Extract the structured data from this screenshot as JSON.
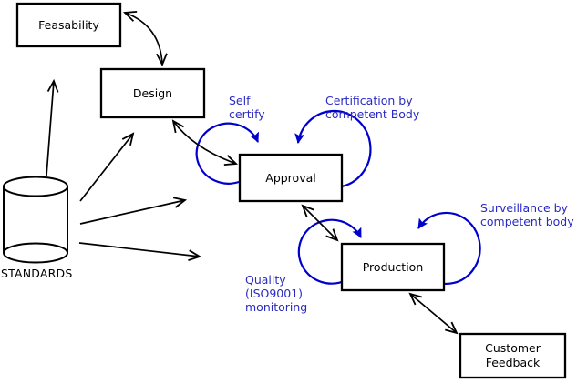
{
  "diagram": {
    "background": "#ffffff",
    "line_color": "#000000",
    "accent_blue": "#0000cd",
    "labels": {
      "feasability": "Feasability",
      "design": "Design",
      "approval": "Approval",
      "production": "Production",
      "customer_feedback_line1": "Customer",
      "customer_feedback_line2": "Feedback",
      "standards": "STANDARDS"
    },
    "annotations": {
      "self_certify": {
        "line1": "Self",
        "line2": "certify"
      },
      "certification": {
        "line1": "Certification by",
        "line2": "competent Body"
      },
      "surveillance": {
        "line1": "Surveillance by",
        "line2": "competent body"
      },
      "quality": {
        "line1": "Quality",
        "line2": "(ISO9001)",
        "line3": "monitoring"
      }
    },
    "connections": [
      {
        "from": "Feasability",
        "to": "Design",
        "style": "double-arrow",
        "color": "#000000"
      },
      {
        "from": "Design",
        "to": "Approval",
        "style": "double-arrow",
        "color": "#000000"
      },
      {
        "from": "Approval",
        "to": "Production",
        "style": "double-arrow",
        "color": "#000000"
      },
      {
        "from": "Production",
        "to": "Customer Feedback",
        "style": "double-arrow",
        "color": "#000000"
      },
      {
        "from": "STANDARDS",
        "to": "Feasability",
        "style": "arrow",
        "color": "#000000"
      },
      {
        "from": "STANDARDS",
        "to": "Design",
        "style": "arrow",
        "color": "#000000"
      },
      {
        "from": "STANDARDS",
        "to": "Approval",
        "style": "arrow",
        "color": "#000000"
      },
      {
        "from": "STANDARDS",
        "to": "Production",
        "style": "arrow",
        "color": "#000000"
      },
      {
        "on": "Approval",
        "label": "Self certify",
        "style": "self-loop",
        "color": "#0000cd"
      },
      {
        "on": "Approval",
        "label": "Certification by competent Body",
        "style": "self-loop",
        "color": "#0000cd"
      },
      {
        "on": "Production",
        "label": "Quality (ISO9001) monitoring",
        "style": "self-loop",
        "color": "#0000cd"
      },
      {
        "on": "Production",
        "label": "Surveillance by competent body",
        "style": "self-loop",
        "color": "#0000cd"
      }
    ]
  }
}
